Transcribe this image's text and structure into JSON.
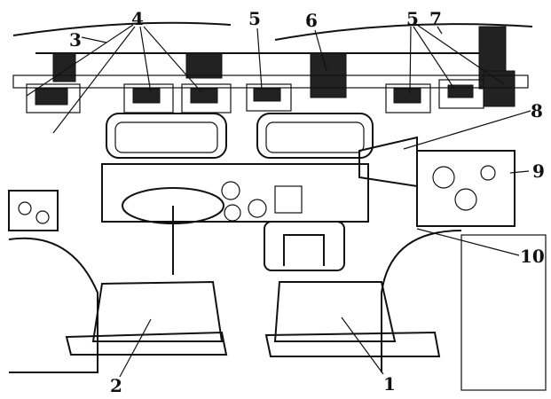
{
  "figure": {
    "callouts": [
      {
        "id": "1",
        "label": "1"
      },
      {
        "id": "2",
        "label": "2"
      },
      {
        "id": "3",
        "label": "3"
      },
      {
        "id": "4",
        "label": "4"
      },
      {
        "id": "5a",
        "label": "5"
      },
      {
        "id": "6",
        "label": "6"
      },
      {
        "id": "5b",
        "label": "5"
      },
      {
        "id": "7",
        "label": "7"
      },
      {
        "id": "8",
        "label": "8"
      },
      {
        "id": "9",
        "label": "9"
      },
      {
        "id": "10",
        "label": "10"
      }
    ]
  }
}
